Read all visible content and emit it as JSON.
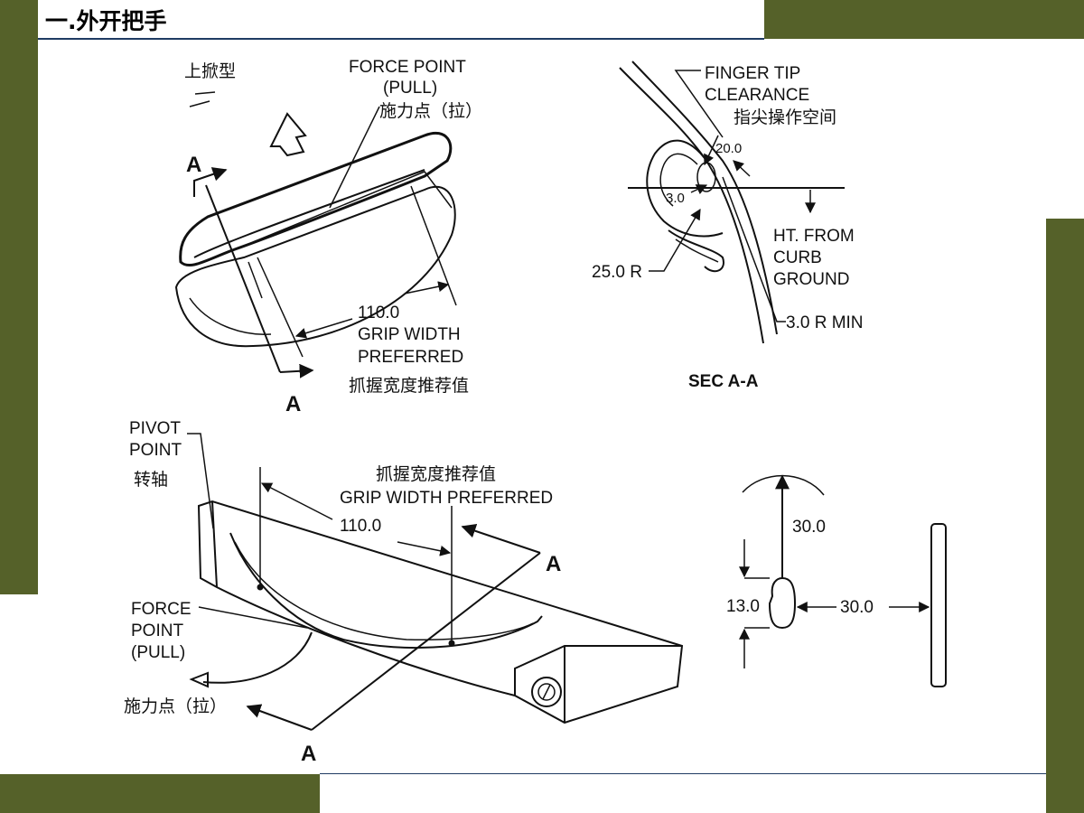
{
  "slide": {
    "title": "一.外开把手",
    "colors": {
      "band": "#556129",
      "rule": "#1f3b63"
    }
  },
  "fig_top_left": {
    "lift_type": "上掀型",
    "force_point_en_1": "FORCE POINT",
    "force_point_en_2": "(PULL)",
    "force_point_cn": "施力点（拉）",
    "section_a_top": "A",
    "section_a_bottom": "A",
    "grip_value": "110.0",
    "grip_en_1": "GRIP WIDTH",
    "grip_en_2": "PREFERRED",
    "grip_cn": "抓握宽度推荐值"
  },
  "fig_section": {
    "finger_en_1": "FINGER TIP",
    "finger_en_2": "CLEARANCE",
    "finger_cn": "指尖操作空间",
    "dim_20": "20.0",
    "dim_3": "3.0",
    "radius_25": "25.0 R",
    "ht_1": "HT. FROM",
    "ht_2": "CURB",
    "ht_3": "GROUND",
    "radius_min": "3.0 R MIN",
    "caption": "SEC A-A"
  },
  "fig_bottom_left": {
    "pivot_en_1": "PIVOT",
    "pivot_en_2": "POINT",
    "pivot_cn": "转轴",
    "grip_cn": "抓握宽度推荐值",
    "grip_en": "GRIP WIDTH PREFERRED",
    "grip_value": "110.0",
    "section_a_right": "A",
    "section_a_bottom": "A",
    "force_en_1": "FORCE",
    "force_en_2": "POINT",
    "force_en_3": "(PULL)",
    "force_cn": "施力点（拉）"
  },
  "fig_clearance": {
    "dim_up": "30.0",
    "dim_height": "13.0",
    "dim_side": "30.0"
  }
}
